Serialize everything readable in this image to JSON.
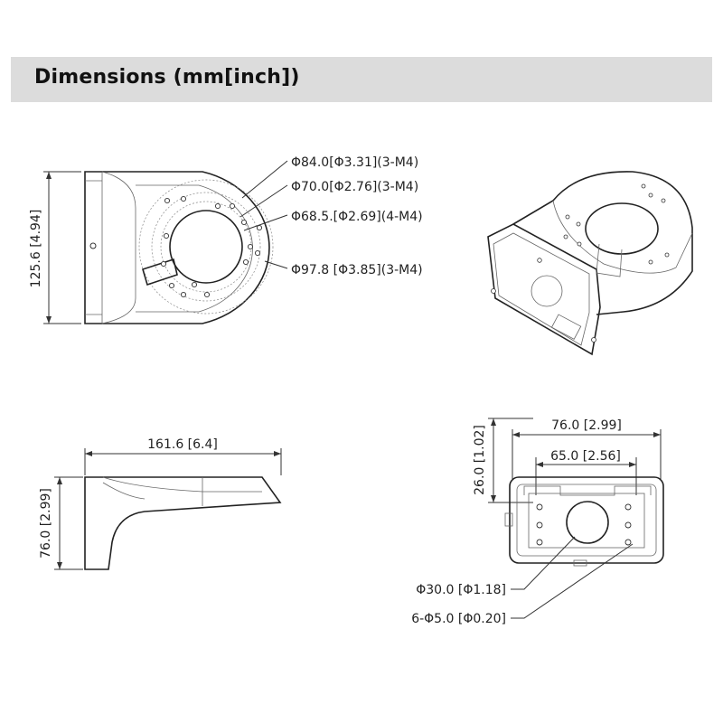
{
  "header": {
    "title": "Dimensions (mm[inch])"
  },
  "top_view": {
    "height_label": "125.6 [4.94]",
    "callouts": [
      "Φ84.0[Φ3.31](3-M4)",
      "Φ70.0[Φ2.76](3-M4)",
      "Φ68.5.[Φ2.69](4-M4)",
      "Φ97.8 [Φ3.85](3-M4)"
    ]
  },
  "side_view": {
    "length_label": "161.6 [6.4]",
    "height_label": "76.0 [2.99]"
  },
  "end_view": {
    "width_label": "76.0 [2.99]",
    "inner_width_label": "65.0 [2.56]",
    "height_label": "26.0 [1.02]",
    "callouts": [
      "Φ30.0 [Φ1.18]",
      "6-Φ5.0 [Φ0.20]"
    ]
  }
}
